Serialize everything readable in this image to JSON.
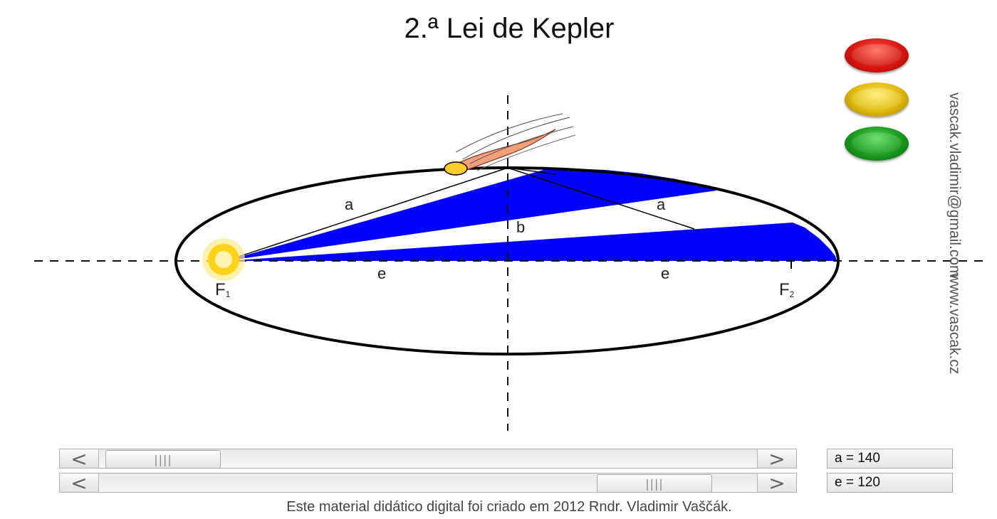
{
  "title": "2.ª Lei de Kepler",
  "labels": {
    "a_left": "a",
    "a_right": "a",
    "b": "b",
    "e_left": "e",
    "e_right": "e",
    "f1": "F",
    "f1_sub": "1",
    "f2": "F",
    "f2_sub": "2"
  },
  "side": {
    "email": "vascak.vladimir@gmail.com",
    "website": "www.vascak.cz"
  },
  "lights": [
    {
      "name": "red",
      "color": "#e01a12"
    },
    {
      "name": "yellow",
      "color": "#e8c40b"
    },
    {
      "name": "green",
      "color": "#1c9e22"
    }
  ],
  "controls": {
    "a_value": "a = 140",
    "e_value": "e = 120",
    "scroll_left": "<",
    "scroll_right": ">",
    "thumb_grip": "||||"
  },
  "footer": "Este material didático digital foi criado em 2012 Rndr. Vladimir Vaščák.",
  "colors": {
    "sector": "#0000ff",
    "orbit": "#000000",
    "sun": "#ffd21a",
    "comet": "#f3a07a"
  }
}
